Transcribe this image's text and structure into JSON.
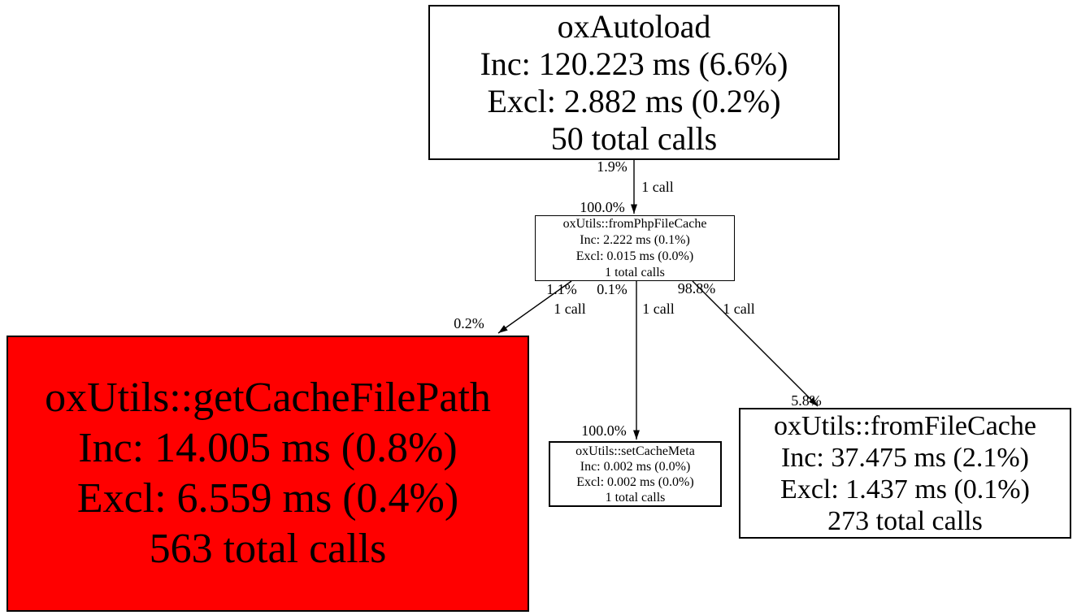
{
  "graph": {
    "type": "profiler-call-graph",
    "background_color": "#ffffff",
    "edge_color": "#000000",
    "highlight_color": "#ff0000"
  },
  "nodes": {
    "autoload": {
      "name": "oxAutoload",
      "inc": "Inc: 120.223 ms (6.6%)",
      "excl": "Excl: 2.882 ms (0.2%)",
      "calls": "50 total calls",
      "fill": "#ffffff",
      "text_color": "#000000"
    },
    "from_php_file_cache": {
      "name": "oxUtils::fromPhpFileCache",
      "inc": "Inc: 2.222 ms (0.1%)",
      "excl": "Excl: 0.015 ms (0.0%)",
      "calls": "1 total calls",
      "fill": "#ffffff",
      "text_color": "#000000"
    },
    "get_cache_file_path": {
      "name": "oxUtils::getCacheFilePath",
      "inc": "Inc: 14.005 ms (0.8%)",
      "excl": "Excl: 6.559 ms (0.4%)",
      "calls": "563 total calls",
      "fill": "#ff0000",
      "text_color": "#000000"
    },
    "set_cache_meta": {
      "name": "oxUtils::setCacheMeta",
      "inc": "Inc: 0.002 ms (0.0%)",
      "excl": "Excl: 0.002 ms (0.0%)",
      "calls": "1 total calls",
      "fill": "#ffffff",
      "text_color": "#000000"
    },
    "from_file_cache": {
      "name": "oxUtils::fromFileCache",
      "inc": "Inc: 37.475 ms (2.1%)",
      "excl": "Excl: 1.437 ms (0.1%)",
      "calls": "273 total calls",
      "fill": "#ffffff",
      "text_color": "#000000"
    }
  },
  "edges": {
    "autoload_to_from_php_file_cache": {
      "source_pct": "1.9%",
      "calls": "1 call",
      "target_pct": "100.0%"
    },
    "from_php_file_cache_to_get_cache_file_path": {
      "source_pct": "1.1%",
      "calls": "1 call",
      "target_pct": "0.2%"
    },
    "from_php_file_cache_to_set_cache_meta": {
      "source_pct": "0.1%",
      "calls": "1 call",
      "target_pct": "100.0%"
    },
    "from_php_file_cache_to_from_file_cache": {
      "source_pct": "98.8%",
      "calls": "1 call",
      "target_pct": "5.8%"
    }
  }
}
